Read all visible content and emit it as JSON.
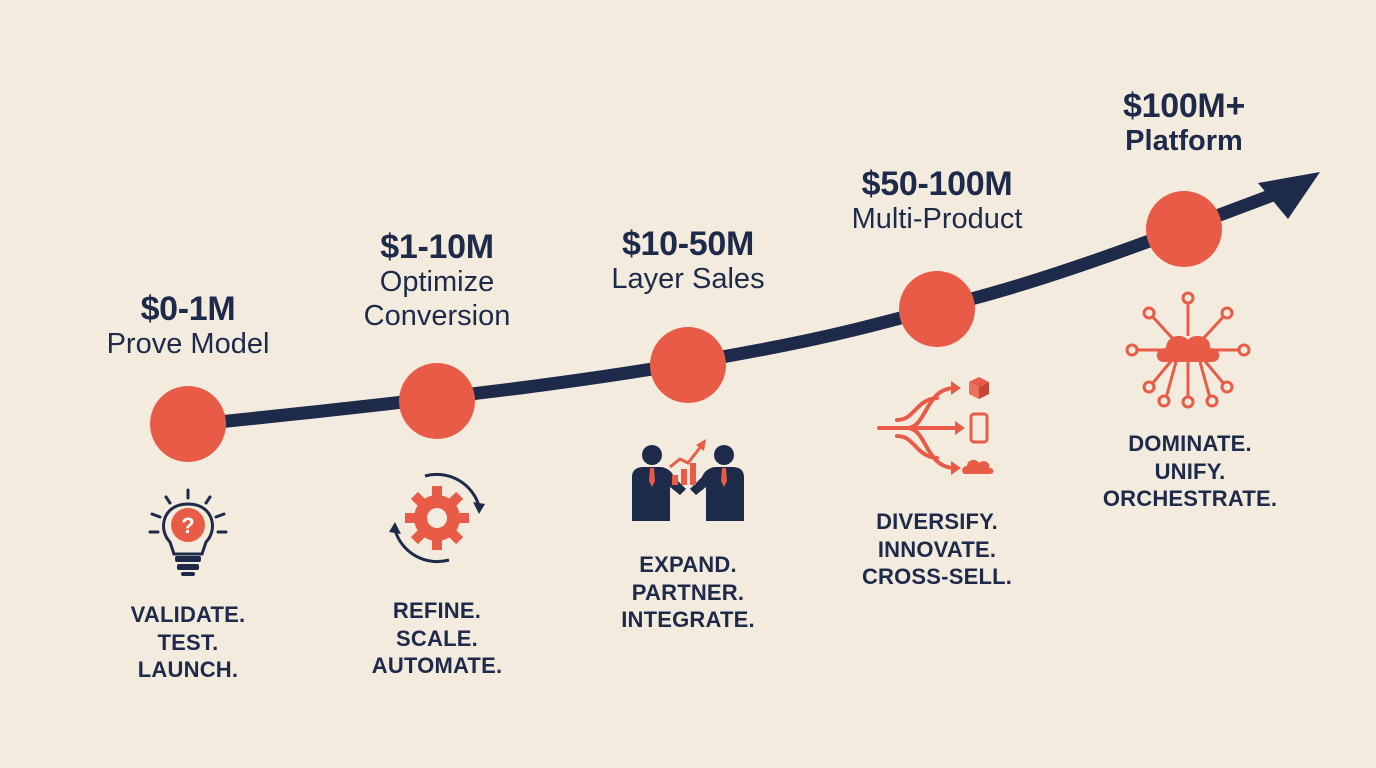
{
  "colors": {
    "background": "#f2ebde",
    "navy": "#1e2a4a",
    "accent": "#e85c47"
  },
  "stages": [
    {
      "revenue": "$0-1M",
      "name_lines": [
        "Prove Model"
      ],
      "actions": [
        "VALIDATE.",
        "TEST.",
        "LAUNCH."
      ],
      "icon": "lightbulb-question-icon"
    },
    {
      "revenue": "$1-10M",
      "name_lines": [
        "Optimize",
        "Conversion"
      ],
      "actions": [
        "REFINE.",
        "SCALE.",
        "AUTOMATE."
      ],
      "icon": "gear-cycle-icon"
    },
    {
      "revenue": "$10-50M",
      "name_lines": [
        "Layer Sales"
      ],
      "actions": [
        "EXPAND.",
        "PARTNER.",
        "INTEGRATE."
      ],
      "icon": "handshake-growth-icon"
    },
    {
      "revenue": "$50-100M",
      "name_lines": [
        "Multi-Product"
      ],
      "actions": [
        "DIVERSIFY.",
        "INNOVATE.",
        "CROSS-SELL."
      ],
      "icon": "branching-products-icon"
    },
    {
      "revenue": "$100M+",
      "name_lines": [
        "Platform"
      ],
      "actions": [
        "DOMINATE.",
        "UNIFY.",
        "ORCHESTRATE."
      ],
      "icon": "cloud-network-icon"
    }
  ]
}
